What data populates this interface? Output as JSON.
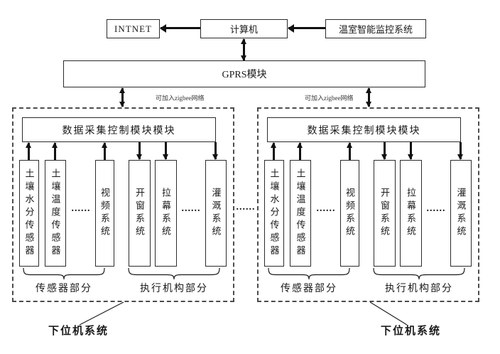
{
  "colors": {
    "line": "#1a1a1a",
    "background": "#ffffff"
  },
  "top": {
    "intnet": "INTNET",
    "computer": "计算机",
    "monitor_system": "温室智能监控系统",
    "gprs": "GPRS模块",
    "zigbee_note": "可加入zigbee网络"
  },
  "middle_ellipsis": "......",
  "subsystems": [
    {
      "controller": "数据采集控制模块模块",
      "units": [
        {
          "label": "土壤水分传感器",
          "direction": "up"
        },
        {
          "label": "土壤温度传感器",
          "direction": "up"
        },
        {
          "label": "视频系统",
          "direction": "up"
        },
        {
          "label": "开窗系统",
          "direction": "down"
        },
        {
          "label": "拉幕系统",
          "direction": "down"
        },
        {
          "label": "灌溉系统",
          "direction": "down"
        }
      ],
      "ellipsis": "......",
      "sensor_group_label": "传感器部分",
      "actuator_group_label": "执行机构部分",
      "system_label": "下位机系统"
    },
    {
      "controller": "数据采集控制模块模块",
      "units": [
        {
          "label": "土壤水分传感器",
          "direction": "up"
        },
        {
          "label": "土壤温度传感器",
          "direction": "up"
        },
        {
          "label": "视频系统",
          "direction": "up"
        },
        {
          "label": "开窗系统",
          "direction": "down"
        },
        {
          "label": "拉幕系统",
          "direction": "down"
        },
        {
          "label": "灌溉系统",
          "direction": "down"
        }
      ],
      "ellipsis": "......",
      "sensor_group_label": "传感器部分",
      "actuator_group_label": "执行机构部分",
      "system_label": "下位机系统"
    }
  ]
}
